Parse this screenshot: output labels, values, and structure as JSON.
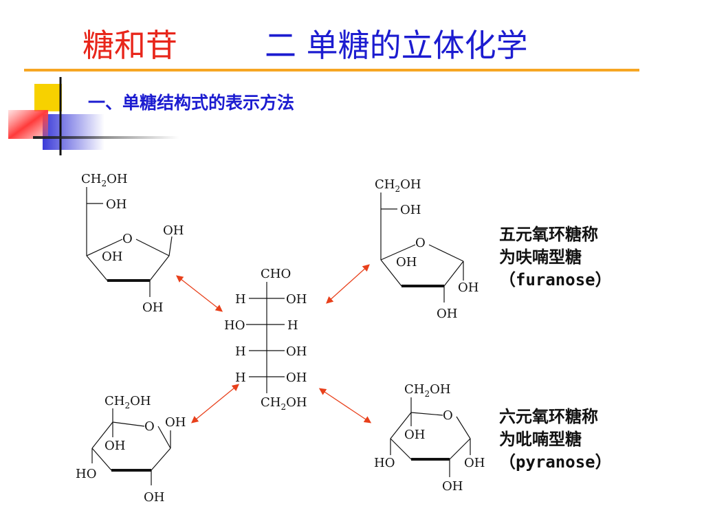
{
  "header": {
    "title_main": "糖和苷",
    "title_sub": "二 单糖的立体化学",
    "subtitle": "一、单糖结构式的表示方法"
  },
  "labels": {
    "ch2oh_prefix": "CH",
    "ch2oh_sub": "2",
    "ch2oh_suffix": "OH",
    "oh": "OH",
    "o": "O",
    "ho": "HO",
    "h": "H",
    "cho": "CHO"
  },
  "notes": {
    "furanose_line1": "五元氧环糖称",
    "furanose_line2": "为呋喃型糖",
    "furanose_en": "（furanose）",
    "pyranose_line1": "六元氧环糖称",
    "pyranose_line2": "为吡喃型糖",
    "pyranose_en": "（pyranose）"
  },
  "colors": {
    "title_red": "#e8261b",
    "title_blue": "#1c1cd0",
    "rule_orange": "#f6a623",
    "arrow_red": "#e8401b"
  }
}
